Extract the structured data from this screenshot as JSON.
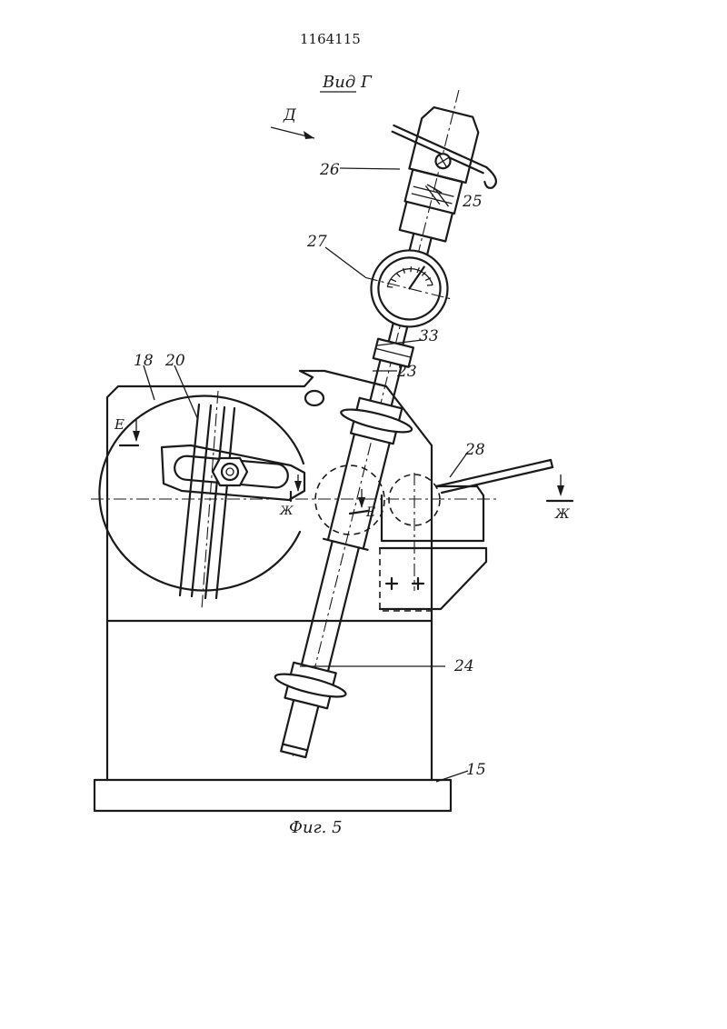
{
  "document": {
    "patent_number": "1164115",
    "view_title": "Вид Г",
    "figure_caption": "Фиг. 5"
  },
  "labels": {
    "arrow_view": "Д",
    "n15": "15",
    "n18": "18",
    "n20": "20",
    "n23": "23",
    "n24": "24",
    "n25": "25",
    "n26": "26",
    "n27": "27",
    "n28": "28",
    "n33": "33"
  },
  "section_marks": {
    "e_left": "Е",
    "e_mid": "Е",
    "zh_mid": "Ж",
    "zh_right": "Ж"
  },
  "colors": {
    "ink": "#1a1a1a",
    "paper": "#ffffff"
  }
}
